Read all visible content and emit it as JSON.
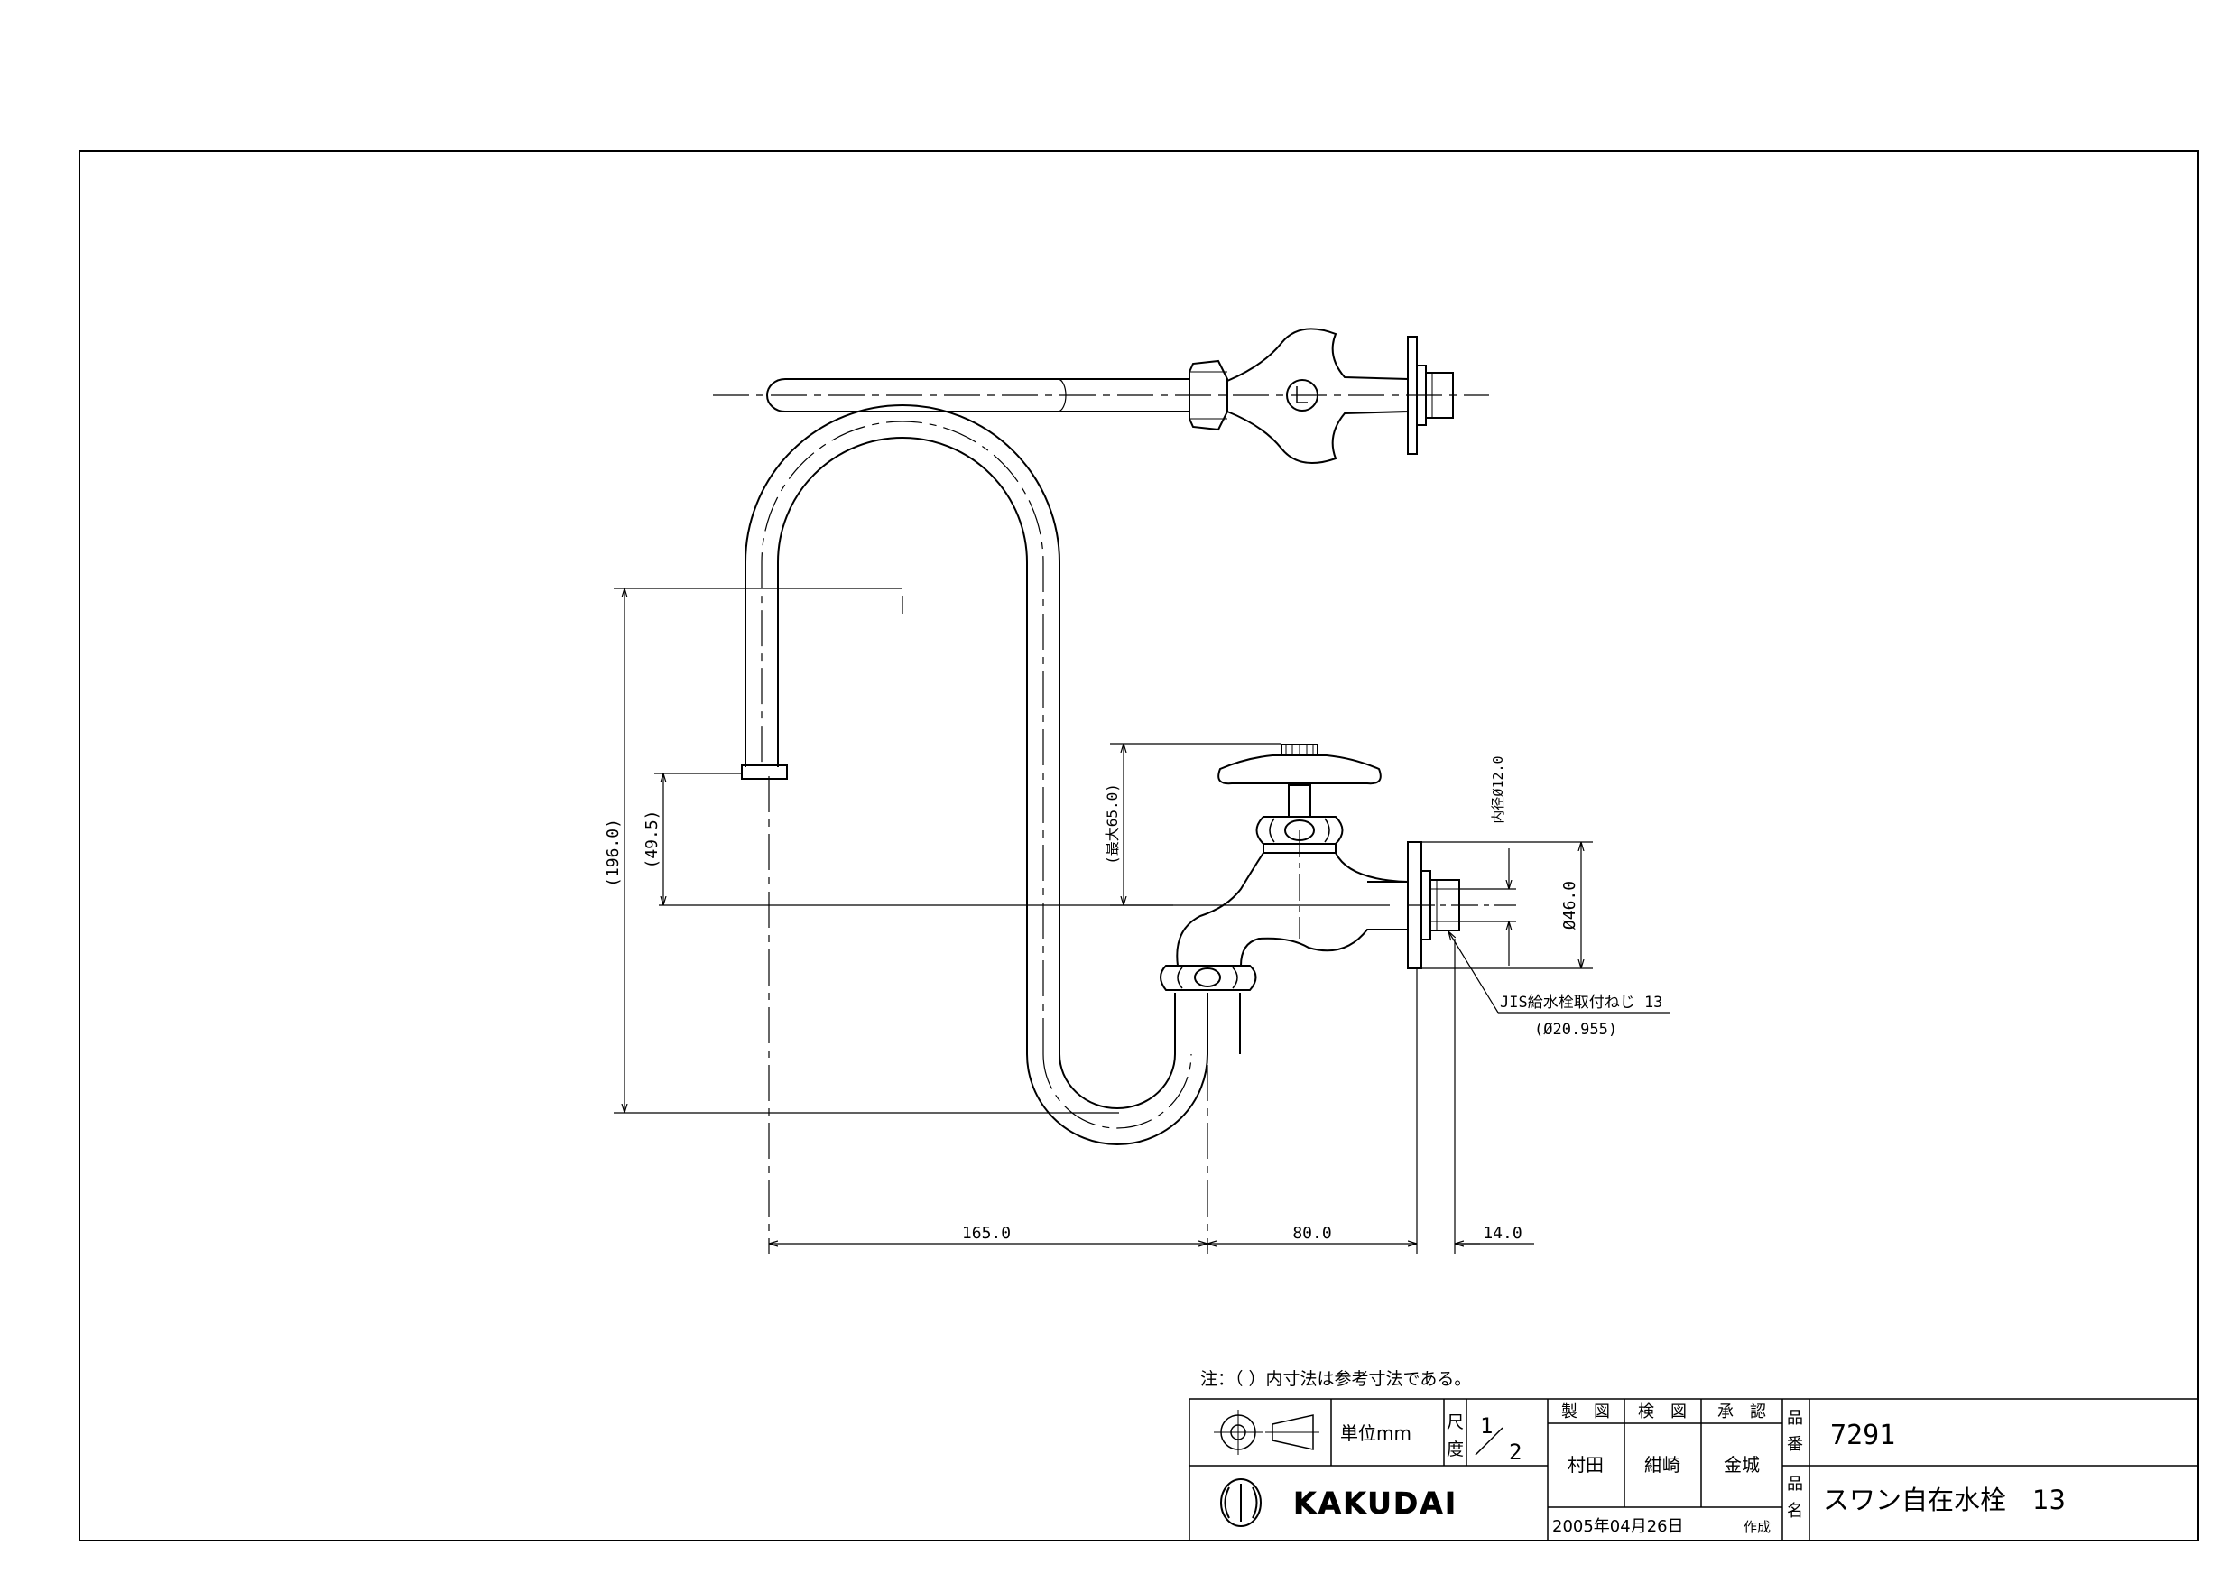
{
  "drawing": {
    "dimensions": {
      "height_total": "(196.0)",
      "outlet_height": "(49.5)",
      "handle_max": "(最大65.0)",
      "inner_diameter": "内径Ø12.0",
      "flange_diameter": "Ø46.0",
      "spout_reach": "165.0",
      "body_length": "80.0",
      "flange_offset": "14.0"
    },
    "callout": {
      "thread": "JIS給水栓取付ねじ 13",
      "thread_diameter": "(Ø20.955)"
    }
  },
  "notes": {
    "reference": "注：（ ）内寸法は参考寸法である。"
  },
  "title_block": {
    "unit": "単位mm",
    "scale_label_1": "尺",
    "scale_label_2": "度",
    "scale_num": "1",
    "scale_den": "2",
    "drawn_header": "製　図",
    "checked_header": "検　図",
    "approved_header": "承　認",
    "drawn_by": "村田",
    "checked_by": "紺崎",
    "approved_by": "金城",
    "date": "2005年04月26日",
    "date_suffix": "作成",
    "part_no_label_1": "品",
    "part_no_label_2": "番",
    "part_no": "7291",
    "part_name_label_1": "品",
    "part_name_label_2": "名",
    "part_name": "スワン自在水栓　13",
    "logo_text": "KAKUDAI"
  }
}
